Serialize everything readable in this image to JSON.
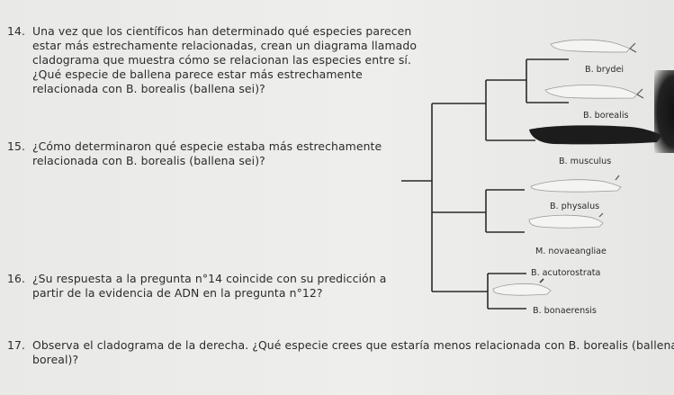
{
  "questions": [
    {
      "number": "14.",
      "lines": [
        "Una vez que los científicos han determinado qué especies parecen",
        "estar más estrechamente relacionadas, crean un diagrama llamado",
        "cladograma que muestra cómo se relacionan las especies entre sí.",
        "¿Qué especie de ballena parece estar más estrechamente",
        "relacionada con B. borealis (ballena sei)?"
      ]
    },
    {
      "number": "15.",
      "lines": [
        "¿Cómo determinaron qué especie estaba más estrechamente",
        "relacionada con B. borealis (ballena sei)?"
      ]
    },
    {
      "number": "16.",
      "lines": [
        "¿Su respuesta a la pregunta n°14 coincide con su predicción a",
        "partir de la evidencia de ADN en la pregunta n°12?"
      ]
    },
    {
      "number": "17.",
      "lines": [
        "Observa el cladograma de la derecha. ¿Qué especie crees que estaría menos relacionada con B. borealis (ballena",
        "boreal)?"
      ]
    }
  ],
  "cladogram": {
    "species": [
      "B. brydei",
      "B. borealis",
      "B. musculus",
      "B. physalus",
      "M. novaeangliae",
      "B. acutorostrata",
      "B. bonaerensis"
    ],
    "line_color": "#2a2a2a",
    "whale_light_color": "#f4f4f2",
    "whale_dark_color": "#1c1c1c"
  }
}
